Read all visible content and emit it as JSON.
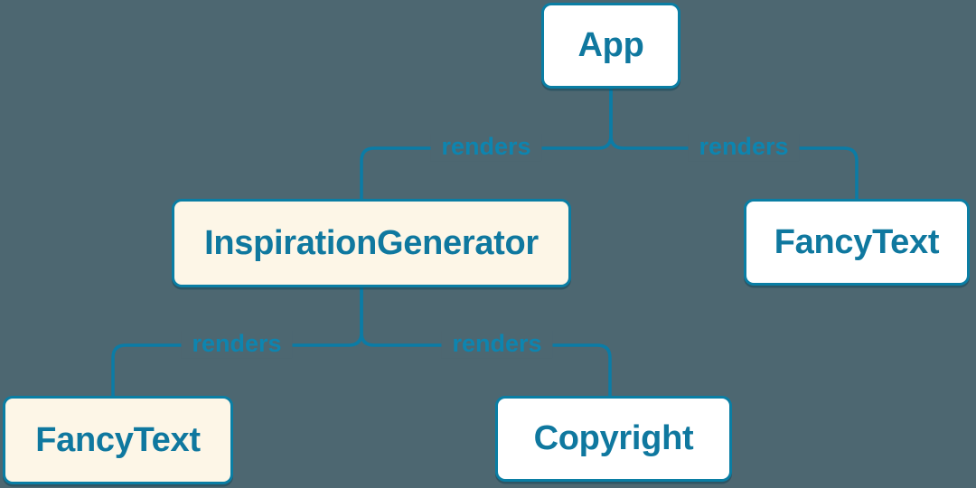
{
  "diagram": {
    "type": "render-tree",
    "background_color": "#4d6771",
    "accent_color": "#0a7ea4",
    "node_fill_default": "#ffffff",
    "node_fill_highlight": "#fdf6e7",
    "nodes": [
      {
        "id": "app",
        "label": "App",
        "variant": "default"
      },
      {
        "id": "inspiration-generator",
        "label": "InspirationGenerator",
        "variant": "highlight"
      },
      {
        "id": "fancy-text-right",
        "label": "FancyText",
        "variant": "default"
      },
      {
        "id": "fancy-text-left",
        "label": "FancyText",
        "variant": "highlight"
      },
      {
        "id": "copyright",
        "label": "Copyright",
        "variant": "default"
      }
    ],
    "edges": [
      {
        "from": "app",
        "to": "inspiration-generator",
        "label": "renders"
      },
      {
        "from": "app",
        "to": "fancy-text-right",
        "label": "renders"
      },
      {
        "from": "inspiration-generator",
        "to": "fancy-text-left",
        "label": "renders"
      },
      {
        "from": "inspiration-generator",
        "to": "copyright",
        "label": "renders"
      }
    ]
  }
}
